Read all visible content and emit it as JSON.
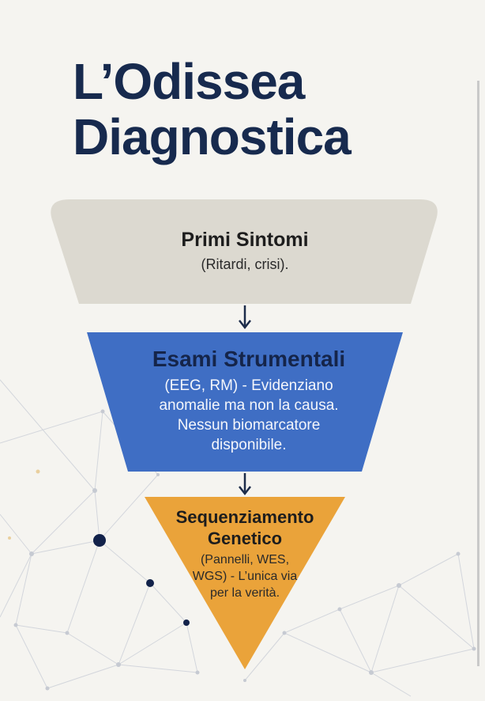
{
  "title": {
    "line1": "L’Odissea",
    "line2": "Diagnostica"
  },
  "funnel": {
    "stages": [
      {
        "heading": "Primi Sintomi",
        "detail": "(Ritardi, crisi).",
        "color": "#dcd9d0"
      },
      {
        "heading": "Esami Strumentali",
        "detail": "(EEG, RM) - Evidenziano\nanomalie ma non la causa.\nNessun biomarcatore\ndisponibile.",
        "color": "#3f6ec4"
      },
      {
        "heading": "Sequenziamento\nGenetico",
        "detail": "(Pannelli, WES,\nWGS) - L’unica via\nper la verità.",
        "color": "#eaa33a"
      }
    ],
    "arrow_color": "#1c2c4a"
  }
}
